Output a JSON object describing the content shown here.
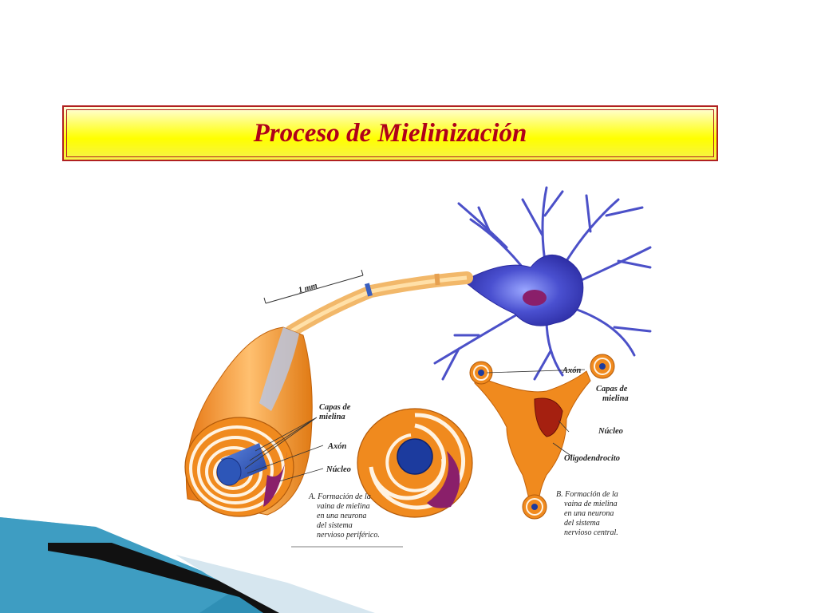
{
  "slide": {
    "title": "Proceso de Mielinización"
  },
  "figure": {
    "scale_label": "1 mm",
    "left_labels": {
      "capas_line1": "Capas de",
      "capas_line2": "mielina",
      "axon": "Axón",
      "nucleo": "Núcleo"
    },
    "caption_a": [
      "A. Formación de la",
      "vaina de mielina",
      "en una neurona",
      "del sistema",
      "nervioso periférico."
    ],
    "right_labels": {
      "axon": "Axón",
      "capas_line1": "Capas de",
      "capas_line2": "mielina",
      "nucleo": "Núcleo",
      "oligo": "Oligodendrocito"
    },
    "caption_b": [
      "B. Formación de la",
      "vaina de mielina",
      "en una neurona",
      "del sistema",
      "nervioso central."
    ]
  },
  "colors": {
    "title_text": "#b0001a",
    "title_border": "#b02020",
    "title_fill": "#ffff00",
    "myelin_orange": "#f08a1e",
    "neuron_blue": "#3a3fc0",
    "axon_blue": "#2d56b8",
    "nucleus_purple": "#8a1f6a",
    "ribbon_blue": "#2f8fb5"
  }
}
